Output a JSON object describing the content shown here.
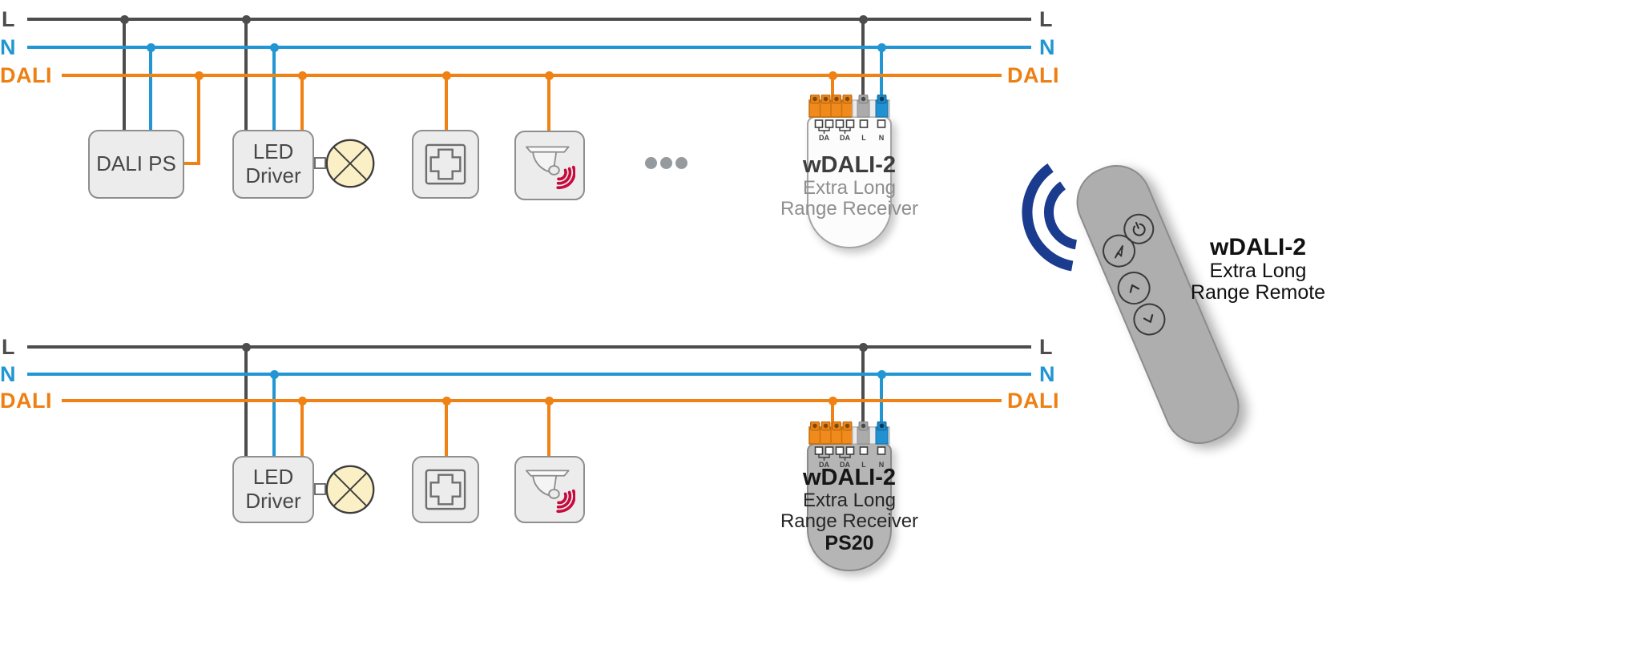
{
  "colors": {
    "wire_line": "#4d4d4d",
    "wire_neutral": "#2196d3",
    "wire_dali": "#f08114",
    "module_fill": "#ececec",
    "lamp_fill": "#faefc5",
    "sensor_wave_red": "#c60b3e",
    "terminal_orange": "#f18a1d",
    "terminal_blue": "#2191d1",
    "receiver_body": "#fcfcfc",
    "receiver_ps20_body": "#b5b5b5",
    "remote_body": "#aeaeae",
    "wireless_arc_blue": "#1b3b8f"
  },
  "circuits": [
    {
      "name": "top",
      "bus_left": {
        "l": "L",
        "n": "N",
        "dali": "DALI"
      },
      "bus_right": {
        "l": "L",
        "n": "N",
        "dali": "DALI"
      },
      "dali_ps_label": "DALI PS",
      "led_driver": {
        "line1": "LED",
        "line2": "Driver"
      },
      "receiver": {
        "title": "wDALI-2",
        "subtitle1": "Extra Long",
        "subtitle2": "Range Receiver",
        "pins": {
          "da1": "DA",
          "da2": "DA",
          "l": "L",
          "n": "N"
        }
      }
    },
    {
      "name": "bottom",
      "bus_left": {
        "l": "L",
        "n": "N",
        "dali": "DALI"
      },
      "bus_right": {
        "l": "L",
        "n": "N",
        "dali": "DALI"
      },
      "led_driver": {
        "line1": "LED",
        "line2": "Driver"
      },
      "receiver": {
        "title": "wDALI-2",
        "subtitle1": "Extra Long",
        "subtitle2": "Range Receiver",
        "subtitle3": "PS20",
        "pins": {
          "da1": "DA",
          "da2": "DA",
          "l": "L",
          "n": "N"
        }
      }
    }
  ],
  "remote": {
    "title": "wDALI-2",
    "subtitle1": "Extra Long",
    "subtitle2": "Range Remote"
  },
  "icons": {
    "lamp": "lamp-icon",
    "dali_coupler": "coupler-module-icon",
    "presence_sensor": "presence-sensor-icon",
    "more_devices": "ellipsis-dots",
    "wireless_signal": "wireless-signal-arcs",
    "remote_buttons": [
      "power-icon",
      "send-icon",
      "chevron-up-icon",
      "chevron-down-icon"
    ]
  }
}
